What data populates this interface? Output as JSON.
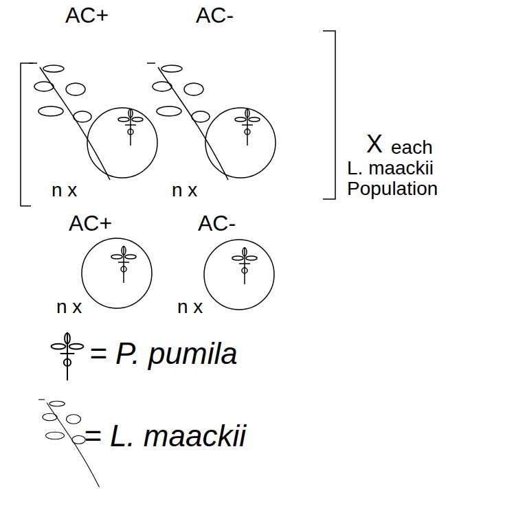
{
  "diagram": {
    "nodes": [
      {
        "text": [
          "AC+",
          "n x"
        ]
      },
      {
        "text": [
          "AC-",
          "n x"
        ]
      },
      {
        "text": [
          "AC+",
          "n x"
        ]
      },
      {
        "text": [
          "AC-",
          "n x"
        ]
      }
    ],
    "labels": [
      "X",
      "each L. maackii Population"
    ],
    "legend": [
      {
        "text": "= P. pumila"
      },
      {
        "text": "= L. maackii"
      }
    ]
  }
}
